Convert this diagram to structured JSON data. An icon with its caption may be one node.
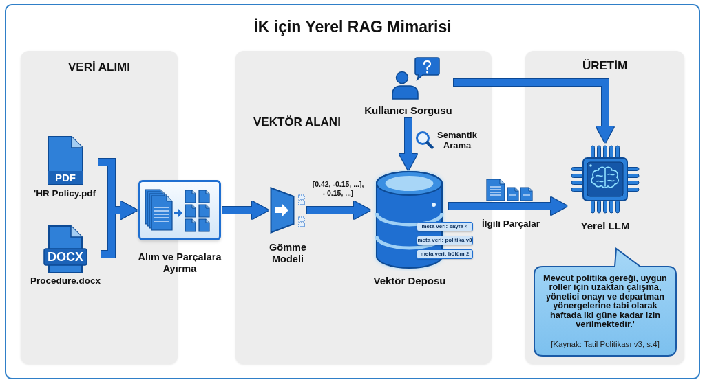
{
  "diagram": {
    "title": "İK için Yerel RAG Mimarisi",
    "nodes": [
      {
        "text": [
          "VERİ ALIMI"
        ]
      },
      {
        "text": [
          "PDF",
          "'HR Policy.pdf"
        ],
        "in": 0
      },
      {
        "text": [
          "DOCX",
          "Procedure.docx"
        ],
        "in": 0
      },
      {
        "text": [
          "Alım ve Parçalara Ayırma"
        ]
      },
      {
        "text": [
          "VEKTÖR ALANI"
        ]
      },
      {
        "text": [
          "Gömme Modeli"
        ],
        "in": 4
      },
      {
        "text": [
          "Kullanıcı Sorgusu"
        ],
        "in": 4
      },
      {
        "text": [
          "Vektör Deposu"
        ],
        "in": 4
      },
      {
        "text": [
          "meta veri: sayfa 4"
        ],
        "in": 4
      },
      {
        "text": [
          "meta veri: politika v3"
        ],
        "in": 4
      },
      {
        "text": [
          "meta veri: bölüm 2"
        ],
        "in": 4
      },
      {
        "text": [
          "ÜRETİM"
        ]
      },
      {
        "text": [
          "Yerel LLM"
        ],
        "in": 11
      },
      {
        "text": [
          "Mevcut politika gereği, uygun roller için uzaktan çalışma, yönetici onayı ve departman yönergelerine tabi olarak haftada iki güne kadar izin verilmektedir.'",
          "[Kaynak: Tatil Politikası v3, s.4]"
        ],
        "in": 11
      }
    ],
    "edges": [
      {
        "from": 1,
        "to": 3,
        "arrow": "to"
      },
      {
        "from": 2,
        "to": 3,
        "arrow": "to"
      },
      {
        "from": 3,
        "to": 5,
        "arrow": "to"
      },
      {
        "from": 5,
        "to": 7,
        "arrow": "to",
        "label": "[0.42, -0.15, ...], - 0.15, ...]"
      },
      {
        "from": 6,
        "to": 7,
        "arrow": "to",
        "label": "Semantik Arama"
      },
      {
        "from": 6,
        "to": 12,
        "arrow": "to"
      },
      {
        "from": 7,
        "to": 12,
        "arrow": "to",
        "label": "İlgili Parçalar"
      }
    ]
  }
}
